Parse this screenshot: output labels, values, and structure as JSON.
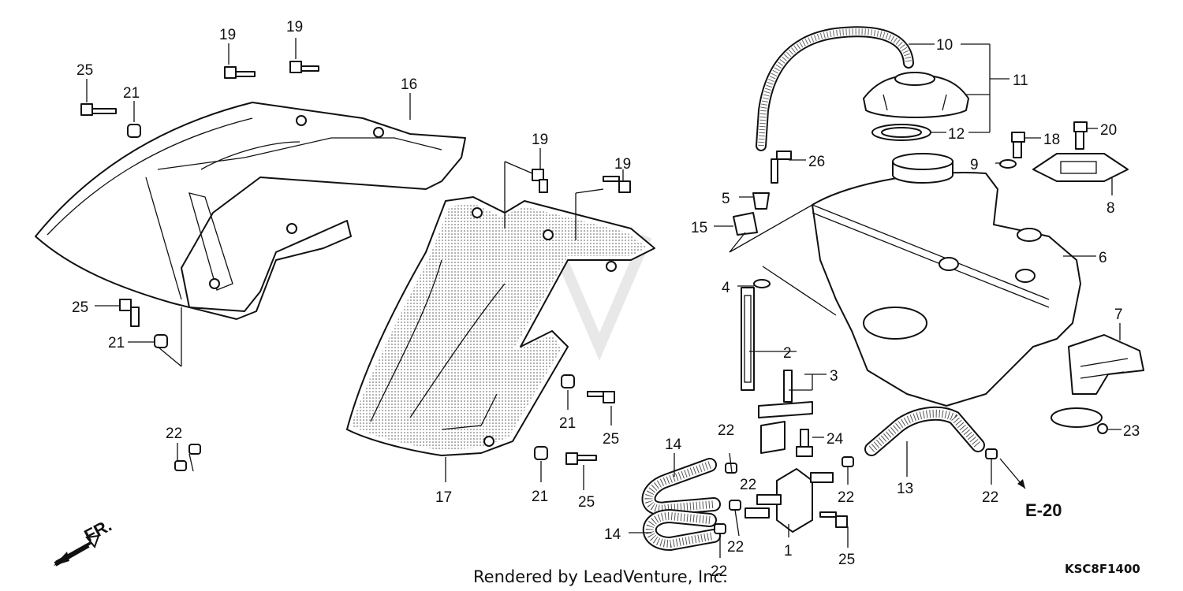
{
  "diagram": {
    "footer_text": "Rendered by LeadVenture, Inc.",
    "diagram_code": "KSC8F1400",
    "front_indicator": "FR.",
    "reference_label": "E-20",
    "callouts": {
      "c1": "1",
      "c2": "2",
      "c3": "3",
      "c4": "4",
      "c5": "5",
      "c6": "6",
      "c7": "7",
      "c8": "8",
      "c9": "9",
      "c10": "10",
      "c11": "11",
      "c12": "12",
      "c13": "13",
      "c14a": "14",
      "c14b": "14",
      "c15": "15",
      "c16": "16",
      "c17": "17",
      "c18": "18",
      "c19a": "19",
      "c19b": "19",
      "c19c": "19",
      "c19d": "19",
      "c20": "20",
      "c21a": "21",
      "c21b": "21",
      "c21c": "21",
      "c21d": "21",
      "c22a": "22",
      "c22b": "22",
      "c22c": "22",
      "c22d": "22",
      "c22e": "22",
      "c22f": "22",
      "c22g": "22",
      "c23": "23",
      "c24": "24",
      "c25a": "25",
      "c25b": "25",
      "c25c": "25",
      "c25d": "25",
      "c25e": "25",
      "c26": "26"
    }
  }
}
